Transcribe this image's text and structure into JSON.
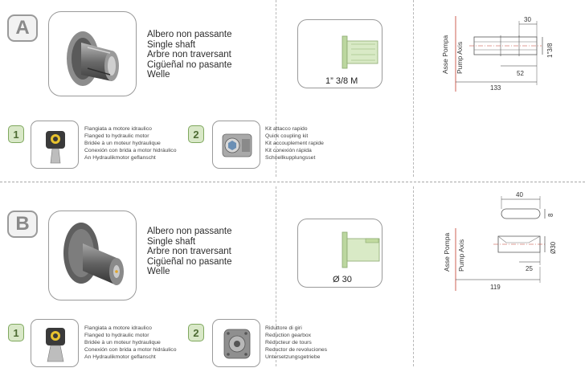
{
  "sections": [
    {
      "letter": "A",
      "titles": [
        "Albero non passante",
        "Single shaft",
        "Arbre non traversant",
        "Cigüeñal no pasante",
        "Welle"
      ],
      "shaft_label": "1” 3/8 M",
      "drawing": {
        "axis_label_it": "Asse Pompa",
        "axis_label_en": "Pump Axis",
        "dim_top": "30",
        "dim_side": "1\"3/8",
        "dim_inner": "52",
        "dim_total": "133"
      },
      "accessories": [
        {
          "number": "1",
          "lines": [
            "Flangiata a motore idraulico",
            "Flanged to hydraulic motor",
            "Bridée à un moteur hydraulique",
            "Conexión con brida a motor hidráulico",
            "An Hydraulikmotor geflanscht"
          ]
        },
        {
          "number": "2",
          "lines": [
            "Kit attacco rapido",
            "Quick coupling kit",
            "Kit accouplement rapide",
            "Kit conexión rápida",
            "Schnellkupplungsset"
          ]
        }
      ]
    },
    {
      "letter": "B",
      "titles": [
        "Albero non passante",
        "Single shaft",
        "Arbre non traversant",
        "Cigüeñal no pasante",
        "Welle"
      ],
      "shaft_label": "Ø 30",
      "drawing": {
        "axis_label_it": "Asse Pompa",
        "axis_label_en": "Pump Axis",
        "dim_top": "40",
        "dim_key": "8",
        "dim_side": "Ø30",
        "dim_inner": "25",
        "dim_total": "119"
      },
      "accessories": [
        {
          "number": "1",
          "lines": [
            "Flangiata a motore idraulico",
            "Flanged to hydraulic motor",
            "Bridée à un moteur hydraulique",
            "Conexión con brida a motor hidráulico",
            "An Hydraulikmotor geflanscht"
          ]
        },
        {
          "number": "2",
          "lines": [
            "Riduttore di giri",
            "Reduction gearbox",
            "Réducteur de tours",
            "Reductor de revoluciones",
            "Untersetzungsgetriebe"
          ]
        }
      ]
    }
  ]
}
